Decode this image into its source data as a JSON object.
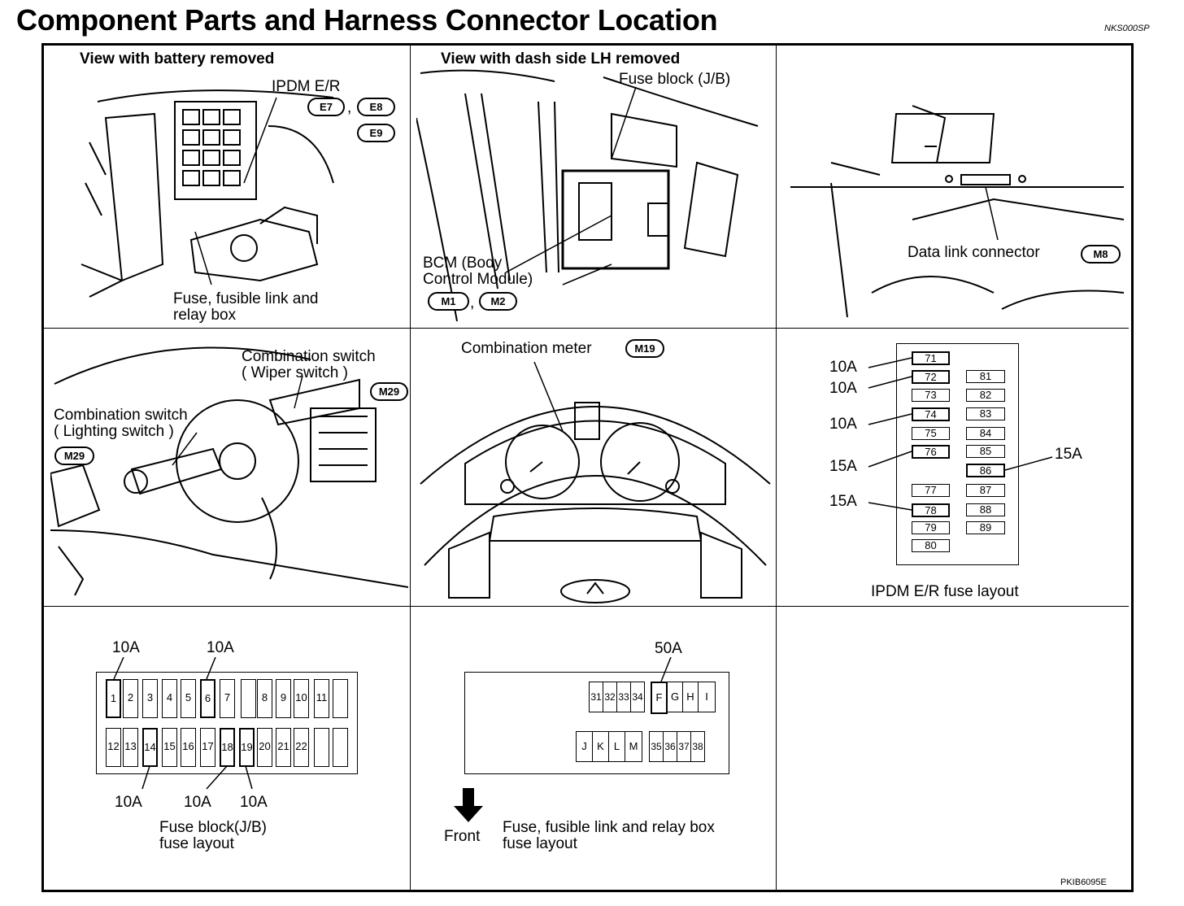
{
  "header": {
    "title": "Component Parts and Harness Connector Location",
    "doc_id": "NKS000SP"
  },
  "footer": {
    "figure_id": "PKIB6095E"
  },
  "panel1": {
    "heading": "View with battery removed",
    "ipdm_label": "IPDM E/R",
    "connectors": [
      "E7",
      "E8",
      "E9"
    ],
    "sep": ",",
    "fuse_box_line1": "Fuse, fusible link and",
    "fuse_box_line2": "relay box"
  },
  "panel2": {
    "heading": "View with dash side LH removed",
    "fuse_block_label": "Fuse block (J/B)",
    "bcm_line1": "BCM (Body",
    "bcm_line2": "Control Module)",
    "connectors": [
      "M1",
      "M2"
    ],
    "sep": ","
  },
  "panel3": {
    "dlc_label": "Data link connector",
    "connector": "M8"
  },
  "panel4": {
    "wiper_line1": "Combination switch",
    "wiper_line2": "( Wiper switch )",
    "wiper_connector": "M29",
    "light_line1": "Combination switch",
    "light_line2": "( Lighting switch )",
    "light_connector": "M29"
  },
  "panel5": {
    "meter_label": "Combination meter",
    "connector": "M19"
  },
  "panel6": {
    "caption": "IPDM E/R fuse layout",
    "left_col": [
      "71",
      "72",
      "73",
      "74",
      "75",
      "76",
      "77",
      "78",
      "79",
      "80"
    ],
    "right_col": [
      "81",
      "82",
      "83",
      "84",
      "85",
      "86",
      "87",
      "88",
      "89"
    ],
    "ratings": {
      "r71": "10A",
      "r72": "10A",
      "r74": "10A",
      "r76": "15A",
      "r78": "15A",
      "r86": "15A"
    }
  },
  "panel7": {
    "caption_line1": "Fuse block(J/B)",
    "caption_line2": "fuse layout",
    "top_row": [
      "1",
      "2",
      "3",
      "4",
      "5",
      "6",
      "7",
      "",
      "8",
      "9",
      "10",
      "11",
      ""
    ],
    "bottom_row": [
      "12",
      "13",
      "14",
      "15",
      "16",
      "17",
      "18",
      "19",
      "20",
      "21",
      "22",
      "",
      ""
    ],
    "ratings": {
      "f1": "10A",
      "f6": "10A",
      "f14": "10A",
      "f18": "10A",
      "f19": "10A"
    }
  },
  "panel8": {
    "rating_F": "50A",
    "top_small": [
      "31",
      "32",
      "33",
      "34"
    ],
    "top_large": [
      "F",
      "G",
      "H",
      "I"
    ],
    "bottom_large": [
      "J",
      "K",
      "L",
      "M"
    ],
    "bottom_small": [
      "35",
      "36",
      "37",
      "38"
    ],
    "front_label": "Front",
    "caption_line1": "Fuse, fusible link and relay box",
    "caption_line2": "fuse layout"
  }
}
